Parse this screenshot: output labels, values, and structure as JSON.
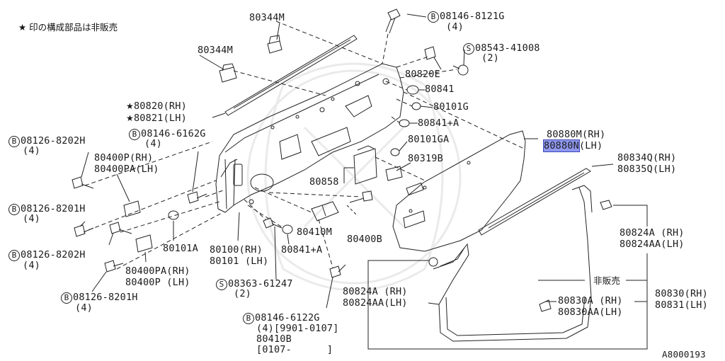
{
  "note": {
    "star": "★",
    "text": "印の構成部品は非販売"
  },
  "ref_code": "A8000193",
  "labels": {
    "p80344M_top": "80344M",
    "p80344M_left": "80344M",
    "b08146_8121G": "08146-8121G",
    "b08146_8121G_qty": "(4)",
    "s08543_41008": "08543-41008",
    "s08543_41008_qty": "(2)",
    "p80820E": "80820E",
    "p80841_a": "80841",
    "p80101G": "80101G",
    "p80841A_a": "80841+A",
    "p80101GA": "80101GA",
    "p80319B": "80319B",
    "p80820RH": "80820(RH)",
    "p80821LH": "80821(LH)",
    "b08126_8202H_a": "08126-8202H",
    "b08126_8202H_a_qty": "(4)",
    "b08146_6162G": "08146-6162G",
    "b08146_6162G_qty": "(4)",
    "p80400P_RH": "80400P(RH)",
    "p80400PA_LH": "80400PA(LH)",
    "b08126_8201H_a": "08126-8201H",
    "b08126_8201H_a_qty": "(4)",
    "b08126_8202H_b": "08126-8202H",
    "b08126_8202H_b_qty": "(4)",
    "p80101A": "80101A",
    "p80100RH": "80100(RH)",
    "p80101LH": "80101 (LH)",
    "p80858": "80858",
    "p80410M": "80410M",
    "p80400B": "80400B",
    "p80841A_b": "80841+A",
    "p80400PA_RH": "80400PA(RH)",
    "p80400P_LH": "80400P (LH)",
    "s08363_61247": "08363-61247",
    "s08363_61247_qty": "(2)",
    "b08126_8201H_b": "08126-8201H",
    "b08126_8201H_b_qty": "(4)",
    "b08146_6122G": "08146-6122G",
    "b08146_6122G_qty": "(4)[9901-0107]",
    "p80410B": "80410B",
    "p80410B_range": "[0107-      ]",
    "p80880M_RH": "80880M(RH)",
    "p80880N": "80880N",
    "p80880N_suffix": "(LH)",
    "p80834Q_RH": "80834Q(RH)",
    "p80835Q_LH": "80835Q(LH)",
    "p80824A_RH_r": "80824A (RH)",
    "p80824AA_LH_r": "80824AA(LH)",
    "not_for_sale": "非販売",
    "p80824A_RH_b": "80824A (RH)",
    "p80824AA_LH_b": "80824AA(LH)",
    "p80830A_RH": "80830A (RH)",
    "p80830AA_LH": "80830AA(LH)",
    "p80830RH": "80830(RH)",
    "p80831LH": "80831(LH)"
  },
  "symbols": {
    "bolt": "B",
    "screw": "S",
    "star": "★"
  },
  "colors": {
    "ink": "#1a1a1a",
    "highlight": "#8f98ee",
    "highlight_border": "#3d48b8"
  }
}
